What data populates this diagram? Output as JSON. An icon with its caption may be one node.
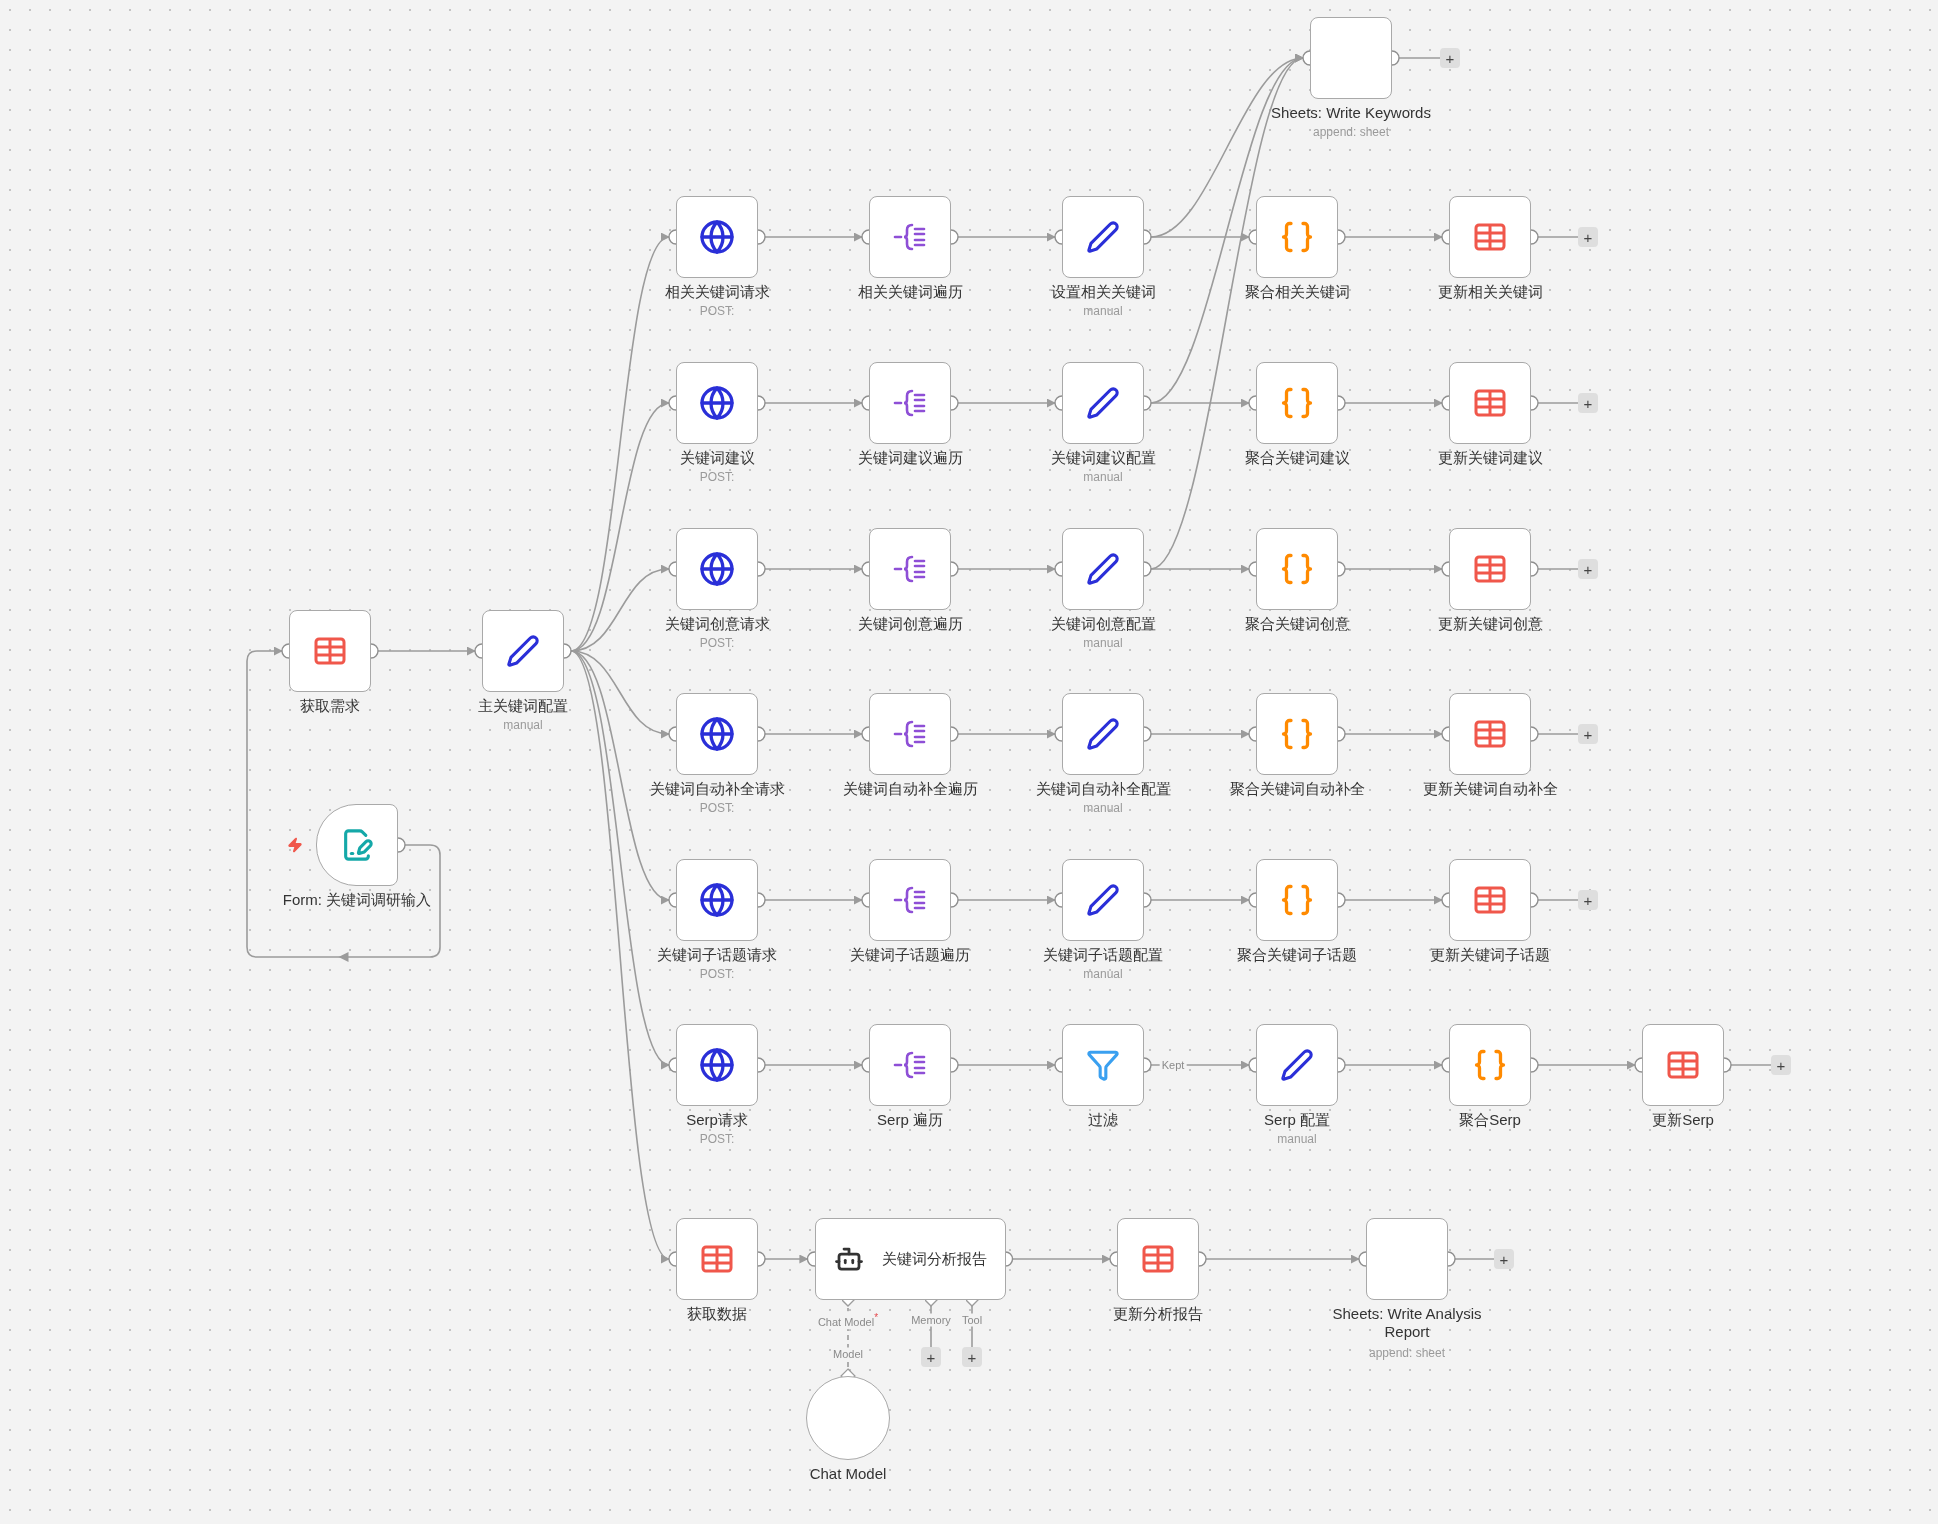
{
  "diagram": {
    "nodes": [
      {
        "text": [
          "获取需求"
        ]
      },
      {
        "text": [
          "主关键词配置",
          "manual"
        ]
      },
      {
        "text": [
          "Form: 关键词调研输入"
        ]
      },
      {
        "text": [
          "Sheets: Write Keywords",
          "append: sheet"
        ]
      },
      {
        "text": [
          "+"
        ]
      },
      {
        "text": [
          "相关关键词请求",
          "POST:"
        ]
      },
      {
        "text": [
          "相关关键词遍历"
        ]
      },
      {
        "text": [
          "设置相关关键词",
          "manual"
        ]
      },
      {
        "text": [
          "聚合相关关键词"
        ]
      },
      {
        "text": [
          "更新相关关键词"
        ]
      },
      {
        "text": [
          "+"
        ]
      },
      {
        "text": [
          "关键词建议",
          "POST:"
        ]
      },
      {
        "text": [
          "关键词建议遍历"
        ]
      },
      {
        "text": [
          "关键词建议配置",
          "manual"
        ]
      },
      {
        "text": [
          "聚合关键词建议"
        ]
      },
      {
        "text": [
          "更新关键词建议"
        ]
      },
      {
        "text": [
          "+"
        ]
      },
      {
        "text": [
          "关键词创意请求",
          "POST:"
        ]
      },
      {
        "text": [
          "关键词创意遍历"
        ]
      },
      {
        "text": [
          "关键词创意配置",
          "manual"
        ]
      },
      {
        "text": [
          "聚合关键词创意"
        ]
      },
      {
        "text": [
          "更新关键词创意"
        ]
      },
      {
        "text": [
          "+"
        ]
      },
      {
        "text": [
          "关键词自动补全请求",
          "POST:"
        ]
      },
      {
        "text": [
          "关键词自动补全遍历"
        ]
      },
      {
        "text": [
          "关键词自动补全配置",
          "manual"
        ]
      },
      {
        "text": [
          "聚合关键词自动补全"
        ]
      },
      {
        "text": [
          "更新关键词自动补全"
        ]
      },
      {
        "text": [
          "+"
        ]
      },
      {
        "text": [
          "关键词子话题请求",
          "POST:"
        ]
      },
      {
        "text": [
          "关键词子话题遍历"
        ]
      },
      {
        "text": [
          "关键词子话题配置",
          "manual"
        ]
      },
      {
        "text": [
          "聚合关键词子话题"
        ]
      },
      {
        "text": [
          "更新关键词子话题"
        ]
      },
      {
        "text": [
          "+"
        ]
      },
      {
        "text": [
          "Serp请求",
          "POST:"
        ]
      },
      {
        "text": [
          "Serp 遍历"
        ]
      },
      {
        "text": [
          "过滤"
        ]
      },
      {
        "text": [
          "Serp 配置",
          "manual"
        ]
      },
      {
        "text": [
          "聚合Serp"
        ]
      },
      {
        "text": [
          "更新Serp"
        ]
      },
      {
        "text": [
          "+"
        ]
      },
      {
        "text": [
          "获取数据"
        ]
      },
      {
        "text": [
          "关键词分析报告"
        ]
      },
      {
        "text": [
          "更新分析报告"
        ]
      },
      {
        "text": [
          "Sheets: Write Analysis Report",
          "append: sheet"
        ]
      },
      {
        "text": [
          "+"
        ]
      },
      {
        "text": [
          "+"
        ]
      },
      {
        "text": [
          "+"
        ]
      },
      {
        "text": [
          "Chat Model"
        ]
      }
    ],
    "edges": [
      {
        "from": 2,
        "to": 0,
        "arrow": "to"
      },
      {
        "from": 0,
        "to": 1,
        "arrow": "to"
      },
      {
        "from": 1,
        "to": 5,
        "arrow": "to"
      },
      {
        "from": 1,
        "to": 11,
        "arrow": "to"
      },
      {
        "from": 1,
        "to": 17,
        "arrow": "to"
      },
      {
        "from": 1,
        "to": 23,
        "arrow": "to"
      },
      {
        "from": 1,
        "to": 29,
        "arrow": "to"
      },
      {
        "from": 1,
        "to": 35,
        "arrow": "to"
      },
      {
        "from": 1,
        "to": 42,
        "arrow": "to"
      },
      {
        "from": 5,
        "to": 6,
        "arrow": "to"
      },
      {
        "from": 6,
        "to": 7,
        "arrow": "to"
      },
      {
        "from": 7,
        "to": 8,
        "arrow": "to"
      },
      {
        "from": 8,
        "to": 9,
        "arrow": "to"
      },
      {
        "from": 9,
        "to": 10,
        "arrow": "none"
      },
      {
        "from": 11,
        "to": 12,
        "arrow": "to"
      },
      {
        "from": 12,
        "to": 13,
        "arrow": "to"
      },
      {
        "from": 13,
        "to": 14,
        "arrow": "to"
      },
      {
        "from": 14,
        "to": 15,
        "arrow": "to"
      },
      {
        "from": 15,
        "to": 16,
        "arrow": "none"
      },
      {
        "from": 17,
        "to": 18,
        "arrow": "to"
      },
      {
        "from": 18,
        "to": 19,
        "arrow": "to"
      },
      {
        "from": 19,
        "to": 20,
        "arrow": "to"
      },
      {
        "from": 20,
        "to": 21,
        "arrow": "to"
      },
      {
        "from": 21,
        "to": 22,
        "arrow": "none"
      },
      {
        "from": 23,
        "to": 24,
        "arrow": "to"
      },
      {
        "from": 24,
        "to": 25,
        "arrow": "to"
      },
      {
        "from": 25,
        "to": 26,
        "arrow": "to"
      },
      {
        "from": 26,
        "to": 27,
        "arrow": "to"
      },
      {
        "from": 27,
        "to": 28,
        "arrow": "none"
      },
      {
        "from": 29,
        "to": 30,
        "arrow": "to"
      },
      {
        "from": 30,
        "to": 31,
        "arrow": "to"
      },
      {
        "from": 31,
        "to": 32,
        "arrow": "to"
      },
      {
        "from": 32,
        "to": 33,
        "arrow": "to"
      },
      {
        "from": 33,
        "to": 34,
        "arrow": "none"
      },
      {
        "from": 7,
        "to": 3,
        "arrow": "to"
      },
      {
        "from": 13,
        "to": 3,
        "arrow": "to"
      },
      {
        "from": 19,
        "to": 3,
        "arrow": "to"
      },
      {
        "from": 3,
        "to": 4,
        "arrow": "none"
      },
      {
        "from": 35,
        "to": 36,
        "arrow": "to"
      },
      {
        "from": 36,
        "to": 37,
        "arrow": "to"
      },
      {
        "from": 37,
        "to": 38,
        "arrow": "to",
        "label": "Kept"
      },
      {
        "from": 38,
        "to": 39,
        "arrow": "to"
      },
      {
        "from": 39,
        "to": 40,
        "arrow": "to"
      },
      {
        "from": 40,
        "to": 41,
        "arrow": "none"
      },
      {
        "from": 42,
        "to": 43,
        "arrow": "to"
      },
      {
        "from": 43,
        "to": 44,
        "arrow": "to"
      },
      {
        "from": 44,
        "to": 45,
        "arrow": "to"
      },
      {
        "from": 45,
        "to": 46,
        "arrow": "none"
      },
      {
        "from": 47,
        "to": 43,
        "arrow": "other"
      },
      {
        "from": 48,
        "to": 43,
        "arrow": "other"
      },
      {
        "from": 49,
        "to": 43,
        "arrow": "other",
        "style": "dashed",
        "label": "Model"
      }
    ],
    "labels": [
      "Chat Model$^{*}$",
      "Memory",
      "Tool"
    ]
  }
}
